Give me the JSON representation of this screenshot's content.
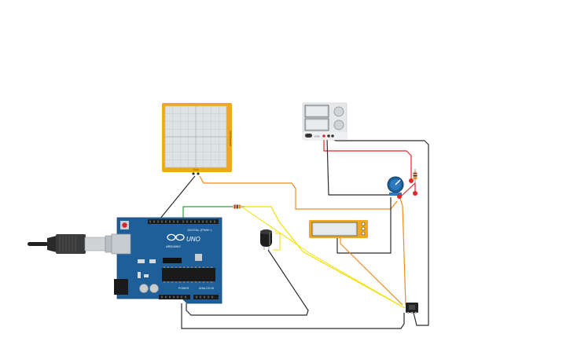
{
  "colors": {
    "background": "#ffffff",
    "arduino_board": "#1f5f99",
    "oscilloscope_frame": "#f2a81d",
    "wire_black": "#2b2b2b",
    "wire_red": "#e0262b",
    "wire_orange": "#ef8a1e",
    "wire_yellow": "#f0e000",
    "wire_green": "#25a83a"
  },
  "arduino": {
    "logo_text": "UNO",
    "brand_text": "ARDUINO",
    "digital_label": "DIGITAL (PWM~)",
    "power_label": "POWER",
    "analog_label": "ANALOG IN"
  },
  "oscilloscope": {
    "side_label": "Oscilloscope",
    "bottom_label": "Vout"
  },
  "power_supply": {
    "terminal_label": "GND"
  },
  "icons": [
    "usb-cable-icon",
    "reset-button-icon",
    "capacitor-icon",
    "potentiometer-icon",
    "resistor-icon",
    "multimeter-icon"
  ]
}
